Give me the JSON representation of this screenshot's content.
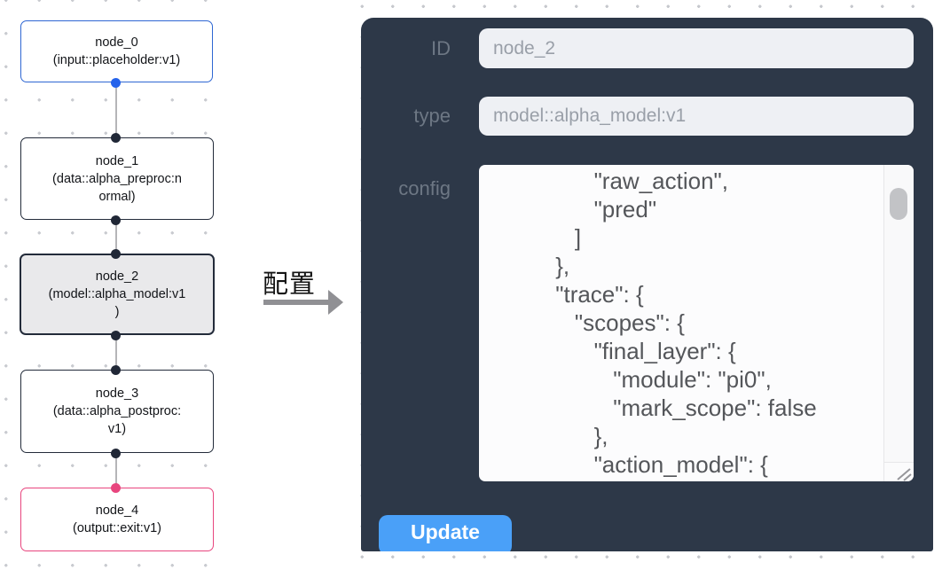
{
  "flowchart": {
    "nodes": [
      {
        "id": "node_0",
        "label": "node_0\n(input::placeholder:v1)",
        "border_color": "#2f67d3",
        "bg": "#ffffff"
      },
      {
        "id": "node_1",
        "label": "node_1\n(data::alpha_preproc:n\normal)",
        "border_color": "#232b3a",
        "bg": "#ffffff"
      },
      {
        "id": "node_2",
        "label": "node_2\n(model::alpha_model:v1\n)",
        "border_color": "#232b3a",
        "bg": "#e9e9eb",
        "selected": true
      },
      {
        "id": "node_3",
        "label": "node_3\n(data::alpha_postproc:\nv1)",
        "border_color": "#232b3a",
        "bg": "#ffffff"
      },
      {
        "id": "node_4",
        "label": "node_4\n(output::exit:v1)",
        "border_color": "#e8457e",
        "bg": "#ffffff"
      }
    ],
    "edge_color": "#b5b5b8",
    "port_colors": {
      "input": "#2563eb",
      "middle": "#202736",
      "output": "#e8457e"
    }
  },
  "annotation": {
    "label": "配置",
    "text_color": "#141414",
    "arrow_color": "#909094"
  },
  "config_panel": {
    "bg": "#2d3848",
    "fields": [
      {
        "label": "ID",
        "value": "node_2"
      },
      {
        "label": "type",
        "value": "model::alpha_model:v1"
      },
      {
        "label": "config"
      }
    ],
    "config_json": "                \"raw_action\",\n                \"pred\"\n             ]\n          },\n          \"trace\": {\n             \"scopes\": {\n                \"final_layer\": {\n                   \"module\": \"pi0\",\n                   \"mark_scope\": false\n                },\n                \"action_model\": {",
    "update_button": {
      "label": "Update",
      "bg": "#4aa0f8"
    }
  }
}
